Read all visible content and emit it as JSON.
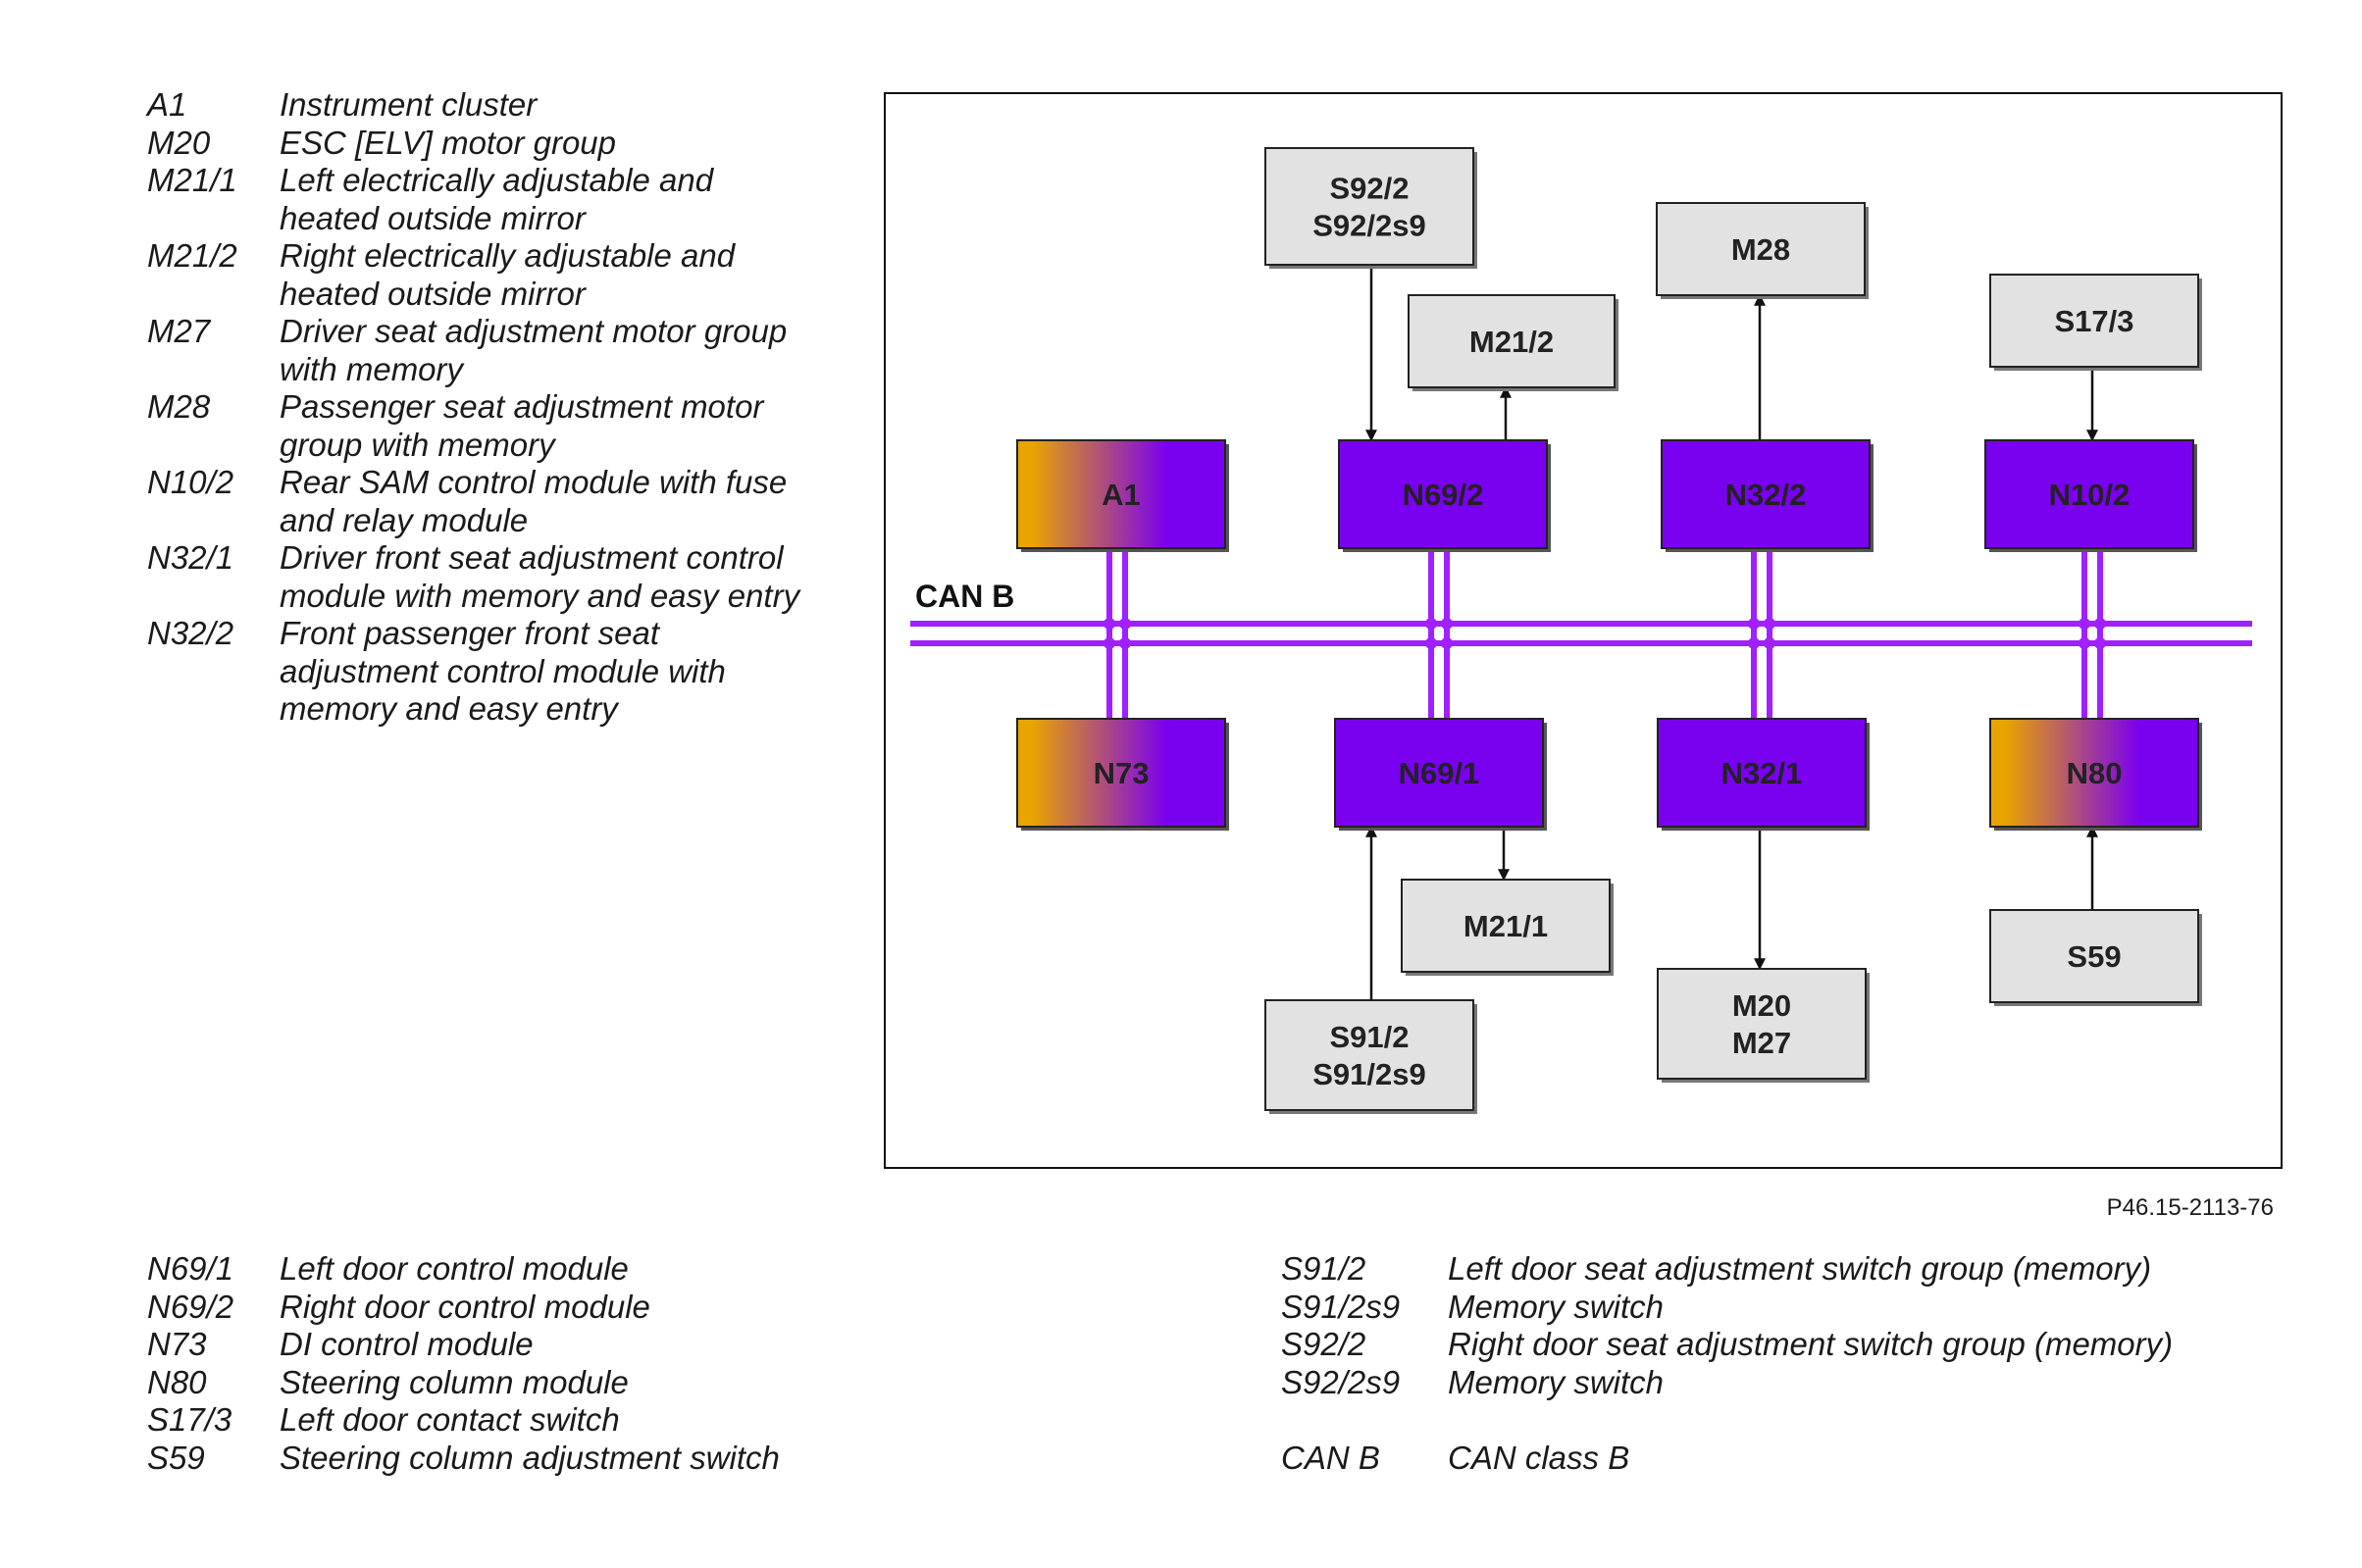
{
  "diagram": {
    "bus_label": "CAN B",
    "figure_id": "P46.15-2113-76",
    "modules": [
      {
        "id": "A1",
        "label": "A1"
      },
      {
        "id": "N69/2",
        "label": "N69/2"
      },
      {
        "id": "N32/2",
        "label": "N32/2"
      },
      {
        "id": "N10/2",
        "label": "N10/2"
      },
      {
        "id": "N73",
        "label": "N73"
      },
      {
        "id": "N69/1",
        "label": "N69/1"
      },
      {
        "id": "N32/1",
        "label": "N32/1"
      },
      {
        "id": "N80",
        "label": "N80"
      }
    ],
    "components": [
      {
        "id": "S92/2",
        "lines": [
          "S92/2",
          "S92/2s9"
        ]
      },
      {
        "id": "M21/2",
        "lines": [
          "M21/2"
        ]
      },
      {
        "id": "M28",
        "lines": [
          "M28"
        ]
      },
      {
        "id": "S17/3",
        "lines": [
          "S17/3"
        ]
      },
      {
        "id": "M21/1",
        "lines": [
          "M21/1"
        ]
      },
      {
        "id": "S91/2",
        "lines": [
          "S91/2",
          "S91/2s9"
        ]
      },
      {
        "id": "M20",
        "lines": [
          "M20",
          "M27"
        ]
      },
      {
        "id": "S59",
        "lines": [
          "S59"
        ]
      }
    ],
    "connections": [
      {
        "from": "S92/2",
        "to": "N69/2"
      },
      {
        "from": "N69/2",
        "to": "M21/2"
      },
      {
        "from": "N32/2",
        "to": "M28"
      },
      {
        "from": "S17/3",
        "to": "N10/2"
      },
      {
        "from": "N69/1",
        "to": "M21/1"
      },
      {
        "from": "S91/2",
        "to": "N69/1"
      },
      {
        "from": "N32/1",
        "to": "M20"
      },
      {
        "from": "S59",
        "to": "N80"
      }
    ],
    "colors": {
      "module": "#7a00f0",
      "gateway_gradient_start": "#e8a400",
      "component": "#e2e2e2",
      "bus": "#a020ff"
    }
  },
  "legend_top": [
    {
      "code": "A1",
      "desc": "Instrument cluster"
    },
    {
      "code": "M20",
      "desc": "ESC [ELV] motor group"
    },
    {
      "code": "M21/1",
      "desc": "Left electrically adjustable and heated outside mirror"
    },
    {
      "code": "M21/2",
      "desc": "Right electrically adjustable and heated outside mirror"
    },
    {
      "code": "M27",
      "desc": "Driver seat adjustment motor group with memory"
    },
    {
      "code": "M28",
      "desc": "Passenger seat adjustment motor group with memory"
    },
    {
      "code": "N10/2",
      "desc": "Rear SAM control module with fuse and relay module"
    },
    {
      "code": "N32/1",
      "desc": "Driver front seat adjustment control module with memory and easy entry"
    },
    {
      "code": "N32/2",
      "desc": "Front passenger front seat adjustment control module with memory and easy entry"
    }
  ],
  "legend_bottom_left": [
    {
      "code": "N69/1",
      "desc": "Left door control module"
    },
    {
      "code": "N69/2",
      "desc": "Right door control module"
    },
    {
      "code": "N73",
      "desc": "DI control module"
    },
    {
      "code": "N80",
      "desc": "Steering column module"
    },
    {
      "code": "S17/3",
      "desc": "Left door contact switch"
    },
    {
      "code": "S59",
      "desc": "Steering column adjustment switch"
    }
  ],
  "legend_bottom_right": [
    {
      "code": "S91/2",
      "desc": "Left door seat adjustment switch group (memory)"
    },
    {
      "code": "S91/2s9",
      "desc": "Memory switch"
    },
    {
      "code": "S92/2",
      "desc": "Right door seat adjustment switch group (memory)"
    },
    {
      "code": "S92/2s9",
      "desc": "Memory switch"
    },
    {
      "code": "",
      "desc": ""
    },
    {
      "code": "CAN B",
      "desc": "CAN class B"
    }
  ]
}
